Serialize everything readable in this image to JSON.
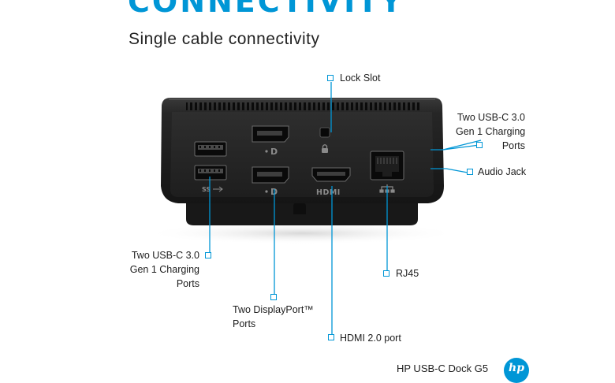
{
  "headline": "CONNECTIVITY",
  "subtitle": "Single cable connectivity",
  "device": {
    "port_marks": {
      "usb": "SS",
      "displayport": "D",
      "hdmi": "HDMI",
      "ethernet": "network-icon",
      "lock": "lock-icon"
    }
  },
  "callouts": {
    "lock_slot": "Lock Slot",
    "usb_c_side": [
      "Two USB-C 3.0",
      "Gen 1 Charging",
      "Ports"
    ],
    "audio_jack": "Audio Jack",
    "usb_c_front": [
      "Two USB-C 3.0",
      "Gen 1 Charging",
      "Ports"
    ],
    "displayport": [
      "Two DisplayPort™",
      "Ports"
    ],
    "rj45": "RJ45",
    "hdmi": "HDMI 2.0 port"
  },
  "footer": {
    "product_name": "HP USB-C Dock G5",
    "logo_text": "hp"
  },
  "colors": {
    "accent": "#0096d6",
    "device_body": "#1c1c1c",
    "device_face": "#2a2a2a"
  }
}
